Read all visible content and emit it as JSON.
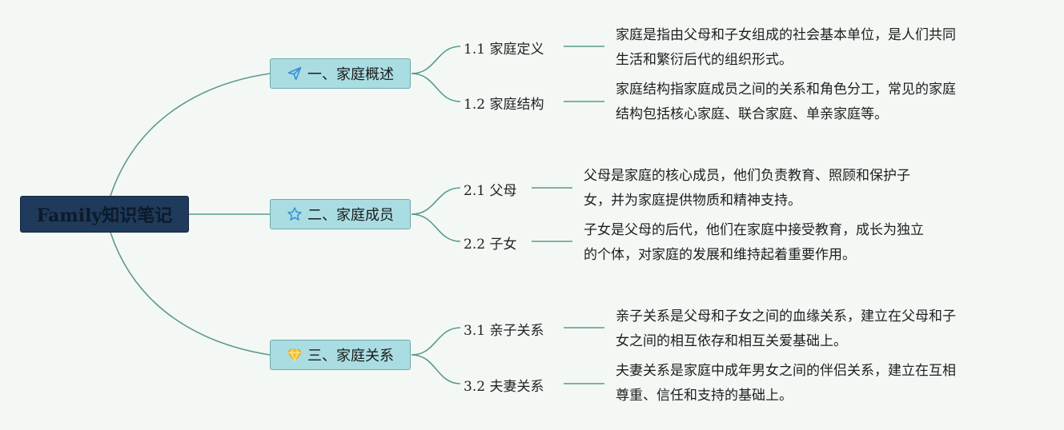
{
  "root": {
    "title": "Family知识笔记"
  },
  "branches": [
    {
      "label": "一、家庭概述",
      "icon": "paper-plane-icon",
      "subs": [
        {
          "num": "1.1",
          "label": "家庭定义",
          "desc": [
            "家庭是指由父母和子女组成的社会基本单位，是人们共同",
            "生活和繁衍后代的组织形式。"
          ]
        },
        {
          "num": "1.2",
          "label": "家庭结构",
          "desc": [
            "家庭结构指家庭成员之间的关系和角色分工，常见的家庭",
            "结构包括核心家庭、联合家庭、单亲家庭等。"
          ]
        }
      ]
    },
    {
      "label": "二、家庭成员",
      "icon": "star-icon",
      "subs": [
        {
          "num": "2.1",
          "label": "父母",
          "desc": [
            "父母是家庭的核心成员，他们负责教育、照顾和保护子",
            "女，并为家庭提供物质和精神支持。"
          ]
        },
        {
          "num": "2.2",
          "label": "子女",
          "desc": [
            "子女是父母的后代，他们在家庭中接受教育，成长为独立",
            "的个体，对家庭的发展和维持起着重要作用。"
          ]
        }
      ]
    },
    {
      "label": "三、家庭关系",
      "icon": "diamond-icon",
      "subs": [
        {
          "num": "3.1",
          "label": "亲子关系",
          "desc": [
            "亲子关系是父母和子女之间的血缘关系，建立在父母和子",
            "女之间的相互依存和相互关爱基础上。"
          ]
        },
        {
          "num": "3.2",
          "label": "夫妻关系",
          "desc": [
            "夫妻关系是家庭中成年男女之间的伴侣关系，建立在互相",
            "尊重、信任和支持的基础上。"
          ]
        }
      ]
    }
  ],
  "colors": {
    "background": "#f3f8f5",
    "root_fill": "#1f3a5a",
    "branch_fill": "#a9dde2",
    "line": "#5b9a8b",
    "plane_icon": "#3b8fd6",
    "star_icon": "#3b8fd6",
    "diamond_icon": "#f2c230"
  }
}
